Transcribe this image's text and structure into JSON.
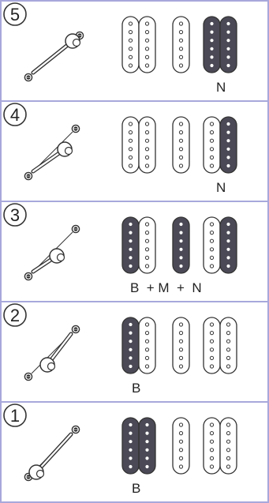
{
  "colors": {
    "border": "#a8a8dc",
    "divider": "#a8a8dc",
    "active_pickup": "#4a4955",
    "inactive_pickup": "#ffffff",
    "stroke": "#333333"
  },
  "rows": [
    {
      "number": "5",
      "label": "N",
      "lever": "up",
      "bridge": [
        "off",
        "off"
      ],
      "middle": "off",
      "neck": [
        "on",
        "on"
      ]
    },
    {
      "number": "4",
      "label": "N",
      "lever": "mid-up",
      "bridge": [
        "off",
        "off"
      ],
      "middle": "off",
      "neck": [
        "off",
        "on"
      ]
    },
    {
      "number": "3",
      "label": "B  + M  +  N",
      "lever": "center",
      "bridge": [
        "on",
        "off"
      ],
      "middle": "on",
      "neck": [
        "off",
        "on"
      ]
    },
    {
      "number": "2",
      "label": "B",
      "lever": "mid-down",
      "bridge": [
        "on",
        "off"
      ],
      "middle": "off",
      "neck": [
        "off",
        "off"
      ]
    },
    {
      "number": "1",
      "label": "B",
      "lever": "down",
      "bridge": [
        "on",
        "on"
      ],
      "middle": "off",
      "neck": [
        "off",
        "off"
      ]
    }
  ]
}
